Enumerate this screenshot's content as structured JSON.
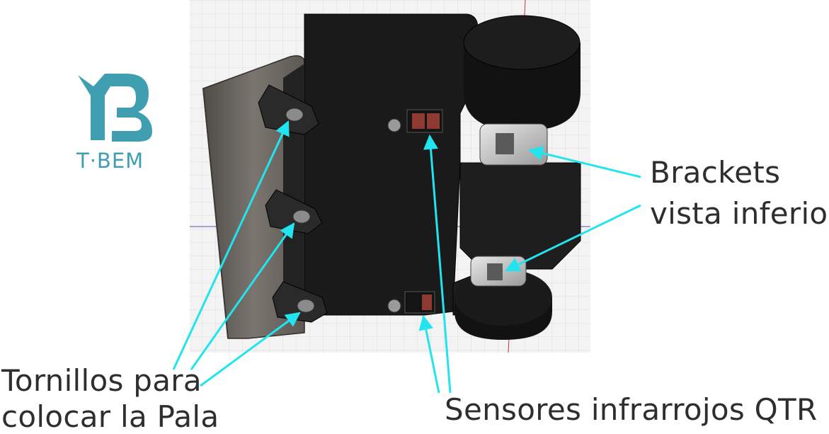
{
  "logo": {
    "text": "T·BEM"
  },
  "labels": {
    "brackets_line1": "Brackets",
    "brackets_line2": "vista inferior",
    "tornillos_line1": "Tornillos para",
    "tornillos_line2": "colocar la Pala",
    "sensores": "Sensores infrarrojos QTR"
  },
  "colors": {
    "arrow": "#22e4ee",
    "logo": "#3f9fb0",
    "body": "#1c1c1c",
    "blade": "#6d6862",
    "grid_bg": "#f1f1f1",
    "sensor": "#8e3a32"
  }
}
